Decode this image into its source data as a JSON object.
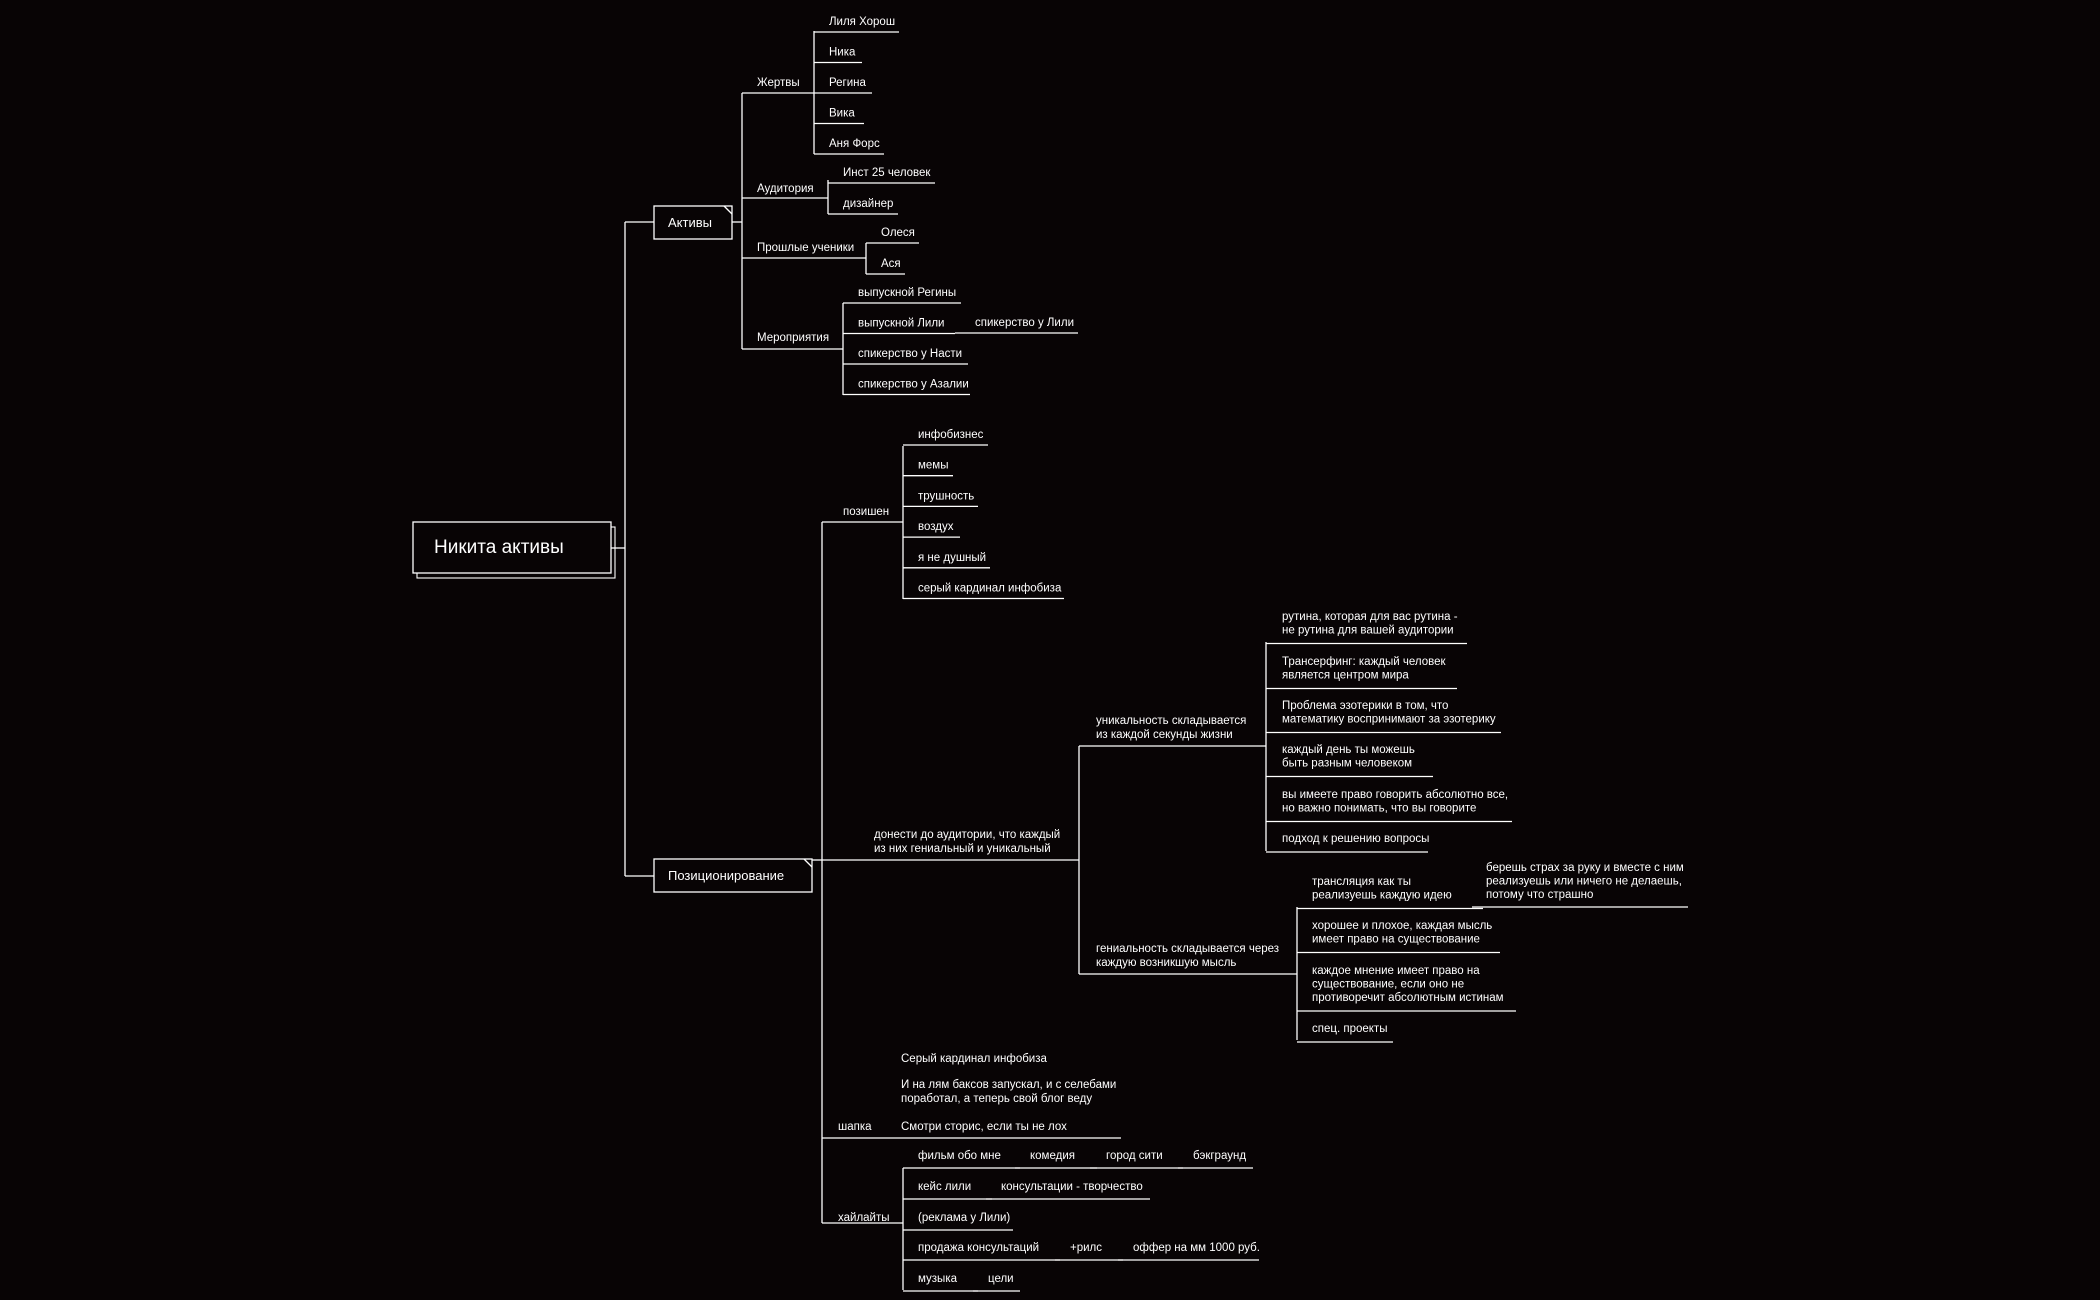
{
  "root": "Никита активы",
  "branches": {
    "aktivy": {
      "label": "Активы",
      "zhertvy": {
        "label": "Жертвы",
        "items": [
          "Лиля Хорош",
          "Ника",
          "Регина",
          "Вика",
          "Аня Форс"
        ]
      },
      "auditoriya": {
        "label": "Аудитория",
        "items": [
          "Инст 25 человек",
          "дизайнер"
        ]
      },
      "ucheniki": {
        "label": "Прошлые ученики",
        "items": [
          "Олеся",
          "Ася"
        ]
      },
      "meropriyatiya": {
        "label": "Мероприятия",
        "items": [
          "выпускной Регины",
          "выпускной Лили",
          "спикерство у Насти",
          "спикерство у Азалии"
        ],
        "lili_child": "спикерство у Лили"
      }
    },
    "pozicionirovanie": {
      "label": "Позиционирование",
      "pozishen": {
        "label": "позишен",
        "items": [
          "инфобизнес",
          "мемы",
          "трушность",
          "воздух",
          "я не душный",
          "серый кардинал инфобиза"
        ]
      },
      "donesti": {
        "label": [
          "донести до аудитории, что каждый",
          "из них гениальный и уникальный"
        ],
        "unikalnost": {
          "label": [
            "уникальность складывается",
            "из каждой секунды жизни"
          ],
          "items": [
            [
              "рутина, которая для вас рутина -",
              "не рутина для вашей аудитории"
            ],
            [
              "Трансерфинг: каждый человек",
              "является центром мира"
            ],
            [
              "Проблема эзотерики в том, что",
              "математику воспринимают за эзотерику"
            ],
            [
              "каждый день ты можешь",
              "быть разным человеком"
            ],
            [
              "вы имеете право говорить абсолютно все,",
              "но важно понимать, что вы говорите"
            ],
            [
              "подход к решению вопросы"
            ]
          ]
        },
        "genialnost": {
          "label": [
            "гениальность складывается через",
            "каждую возникшую мысль"
          ],
          "items": [
            [
              "трансляция как ты",
              "реализуешь каждую идею"
            ],
            [
              "хорошее и плохое, каждая мысль",
              "имеет право на существование"
            ],
            [
              "каждое мнение имеет право на",
              "существование, если оно не",
              "противоречит абсолютным истинам"
            ],
            [
              "спец. проекты"
            ]
          ],
          "fear": [
            "берешь страх за руку и вместе с ним",
            "реализуешь или ничего не делаешь,",
            "потому что страшно"
          ]
        }
      },
      "shapka": {
        "label": "шапка",
        "content": [
          "Серый кардинал инфобиза",
          "",
          "И на лям баксов запускал, и с селебами",
          "поработал, а теперь свой блог веду",
          "",
          "Смотри сторис, если ты не лох"
        ]
      },
      "highlights": {
        "label": "хайлайты",
        "rows": [
          [
            "фильм обо мне",
            "комедия",
            "город сити",
            "бэкграунд"
          ],
          [
            "кейс лили",
            "консультации - творчество"
          ],
          [
            "(реклама у Лили)"
          ],
          [
            "продажа консультаций",
            "+рилс",
            "оффер на мм 1000 руб."
          ],
          [
            "музыка",
            "цели"
          ]
        ]
      }
    }
  },
  "colors": {
    "background": "#080405",
    "line": "#ffffff",
    "text": "#ffffff"
  }
}
